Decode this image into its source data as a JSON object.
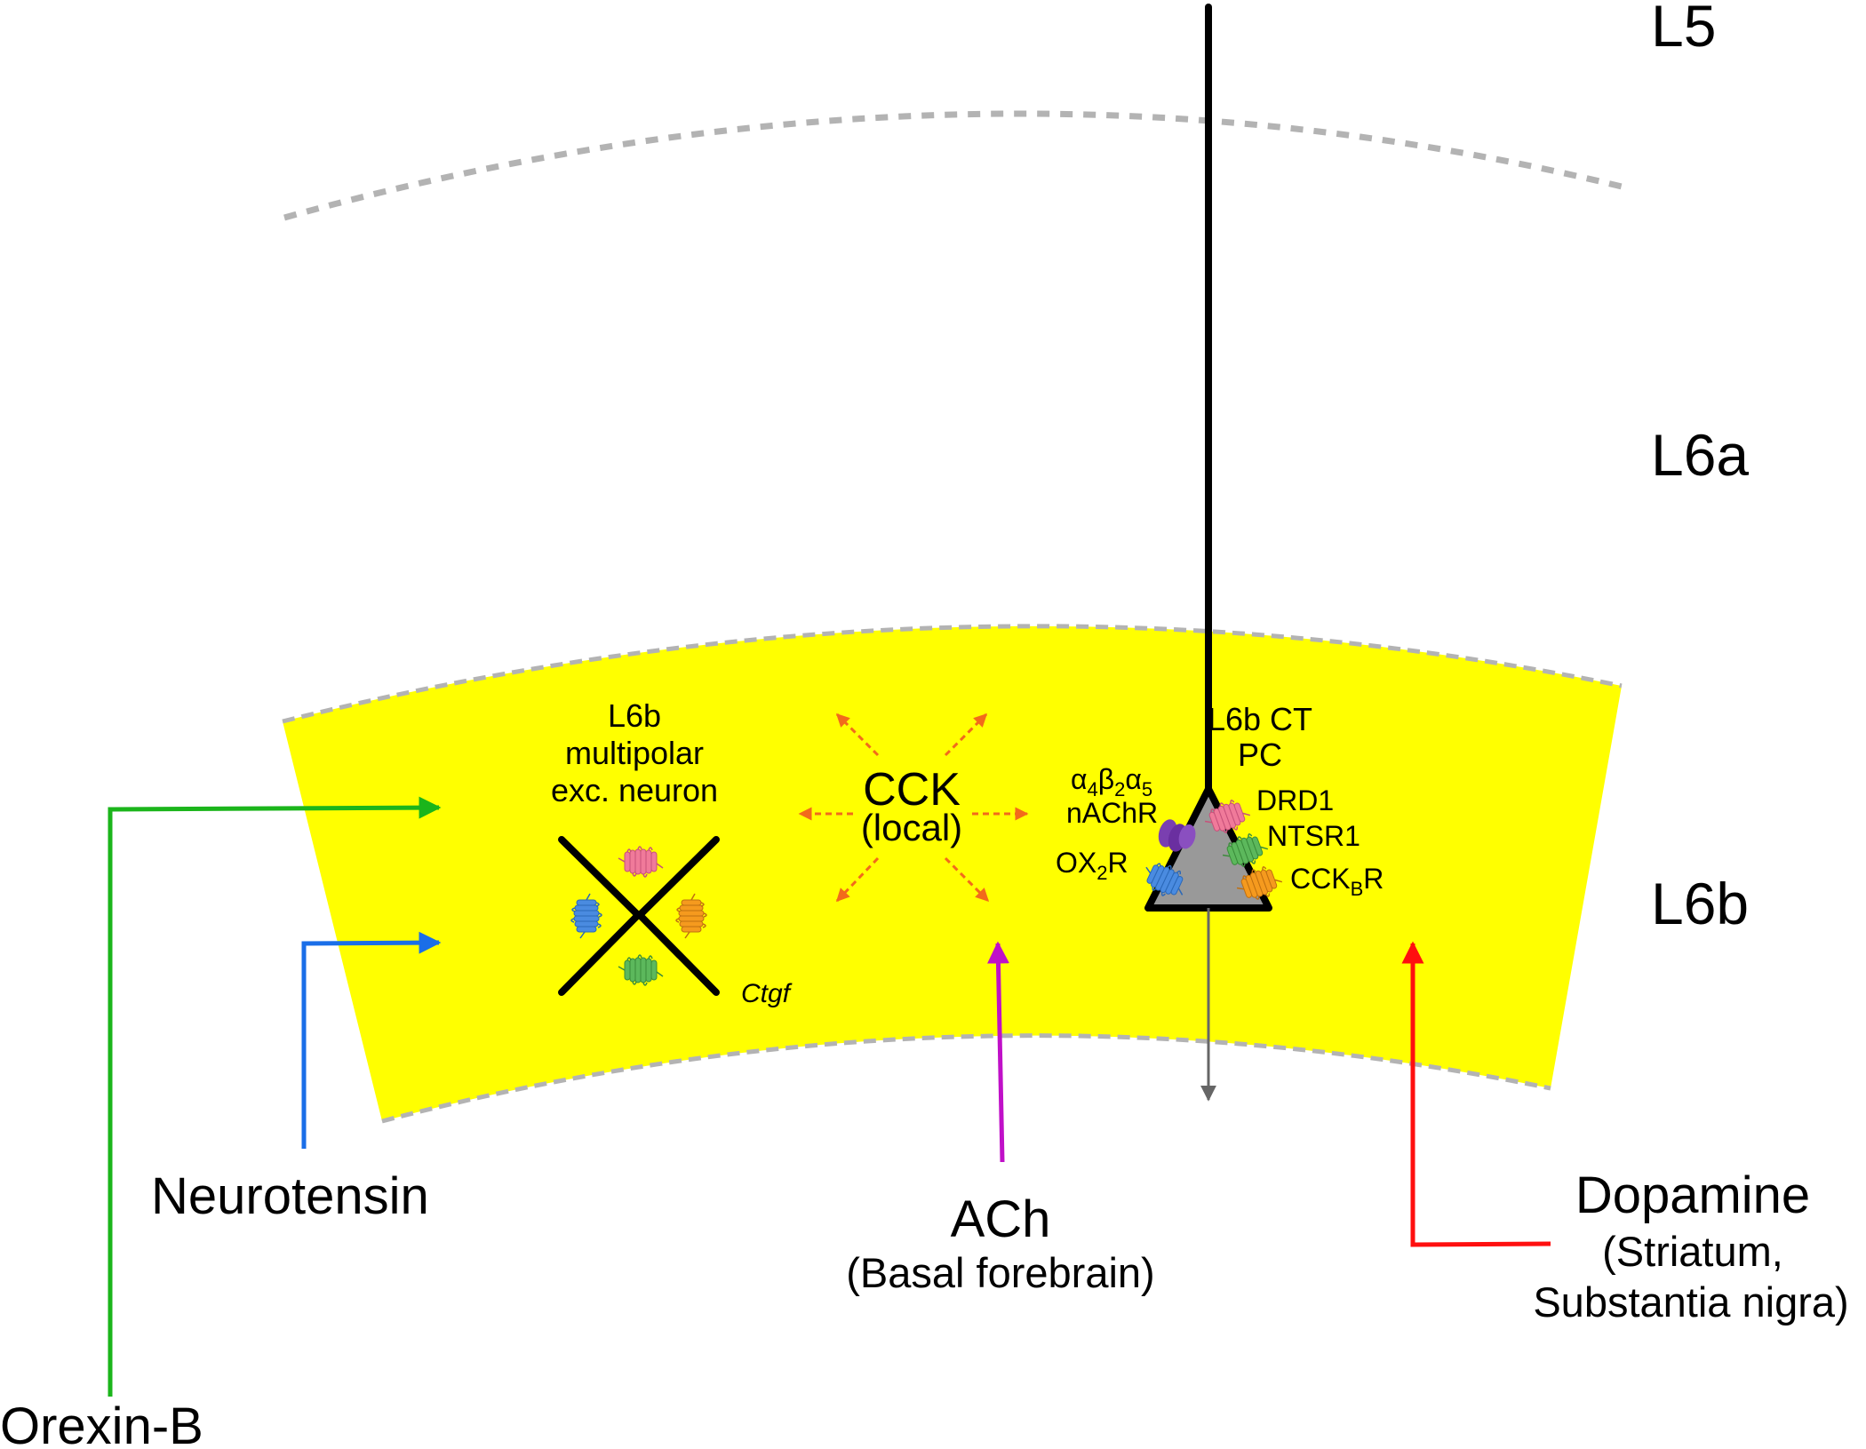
{
  "layers": {
    "l5": "L5",
    "l6a": "L6a",
    "l6b": "L6b"
  },
  "multipolar_neuron": {
    "line1": "L6b",
    "line2": "multipolar",
    "line3": "exc. neuron",
    "gene": "Ctgf"
  },
  "cck": {
    "main": "CCK",
    "sub": "(local)"
  },
  "ct_neuron": {
    "line1": "L6b CT",
    "line2": "PC"
  },
  "receptors": {
    "nachr_a": "α",
    "nachr_a_sub": "4",
    "nachr_b": "β",
    "nachr_b_sub": "2",
    "nachr_c": "α",
    "nachr_c_sub": "5",
    "nachr_line2": "nAChR",
    "drd1": "DRD1",
    "ntsr1": "NTSR1",
    "ox_main": "OX",
    "ox_sub": "2",
    "ox_tail": "R",
    "cck_main": "CCK",
    "cck_sub": "B",
    "cck_tail": "R"
  },
  "sources": {
    "neurotensin": "Neurotensin",
    "orexin": "Orexin-B",
    "ach": "ACh",
    "ach_origin": "(Basal forebrain)",
    "dopamine": "Dopamine",
    "dopamine_origin_1": "(Striatum,",
    "dopamine_origin_2": "Substantia nigra)"
  },
  "colors": {
    "layer_fill": "#ffff00",
    "boundary": "#b3b3b3",
    "orexin_arrow": "#1bb51b",
    "neurotensin_arrow": "#1a6ee8",
    "ach_arrow": "#c010c8",
    "dopamine_arrow": "#ff0f0f",
    "cck_arrows": "#f26a1b",
    "soma_fill": "#999999",
    "receptor_pink": "#f07a9a",
    "receptor_blue": "#4a8be0",
    "receptor_orange": "#f59a1e",
    "receptor_green": "#5cb85c",
    "receptor_purple": "#7a3fb0"
  }
}
